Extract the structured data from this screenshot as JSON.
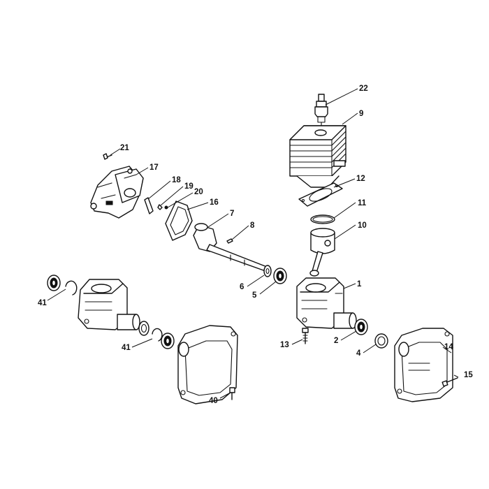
{
  "callouts": {
    "c22": "22",
    "c9": "9",
    "c21": "21",
    "c17": "17",
    "c18": "18",
    "c19": "19",
    "c20": "20",
    "c16": "16",
    "c12": "12",
    "c7": "7",
    "c11": "11",
    "c8": "8",
    "c10": "10",
    "c6": "6",
    "c5": "5",
    "c1": "1",
    "c41a": "41",
    "c41b": "41",
    "c13": "13",
    "c2": "2",
    "c4": "4",
    "c14": "14",
    "c15": "15",
    "c40": "40"
  }
}
